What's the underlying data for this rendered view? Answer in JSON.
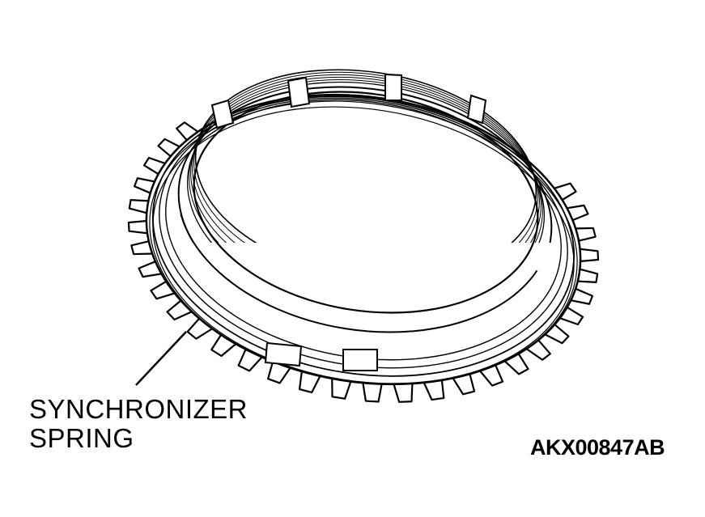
{
  "diagram": {
    "callout": {
      "line1": "SYNCHRONIZER",
      "line2": "SPRING"
    },
    "figure_id": "AKX00847AB",
    "part_icon": "synchronizer-ring-icon",
    "colors": {
      "ink": "#000000",
      "paper": "#ffffff"
    }
  }
}
